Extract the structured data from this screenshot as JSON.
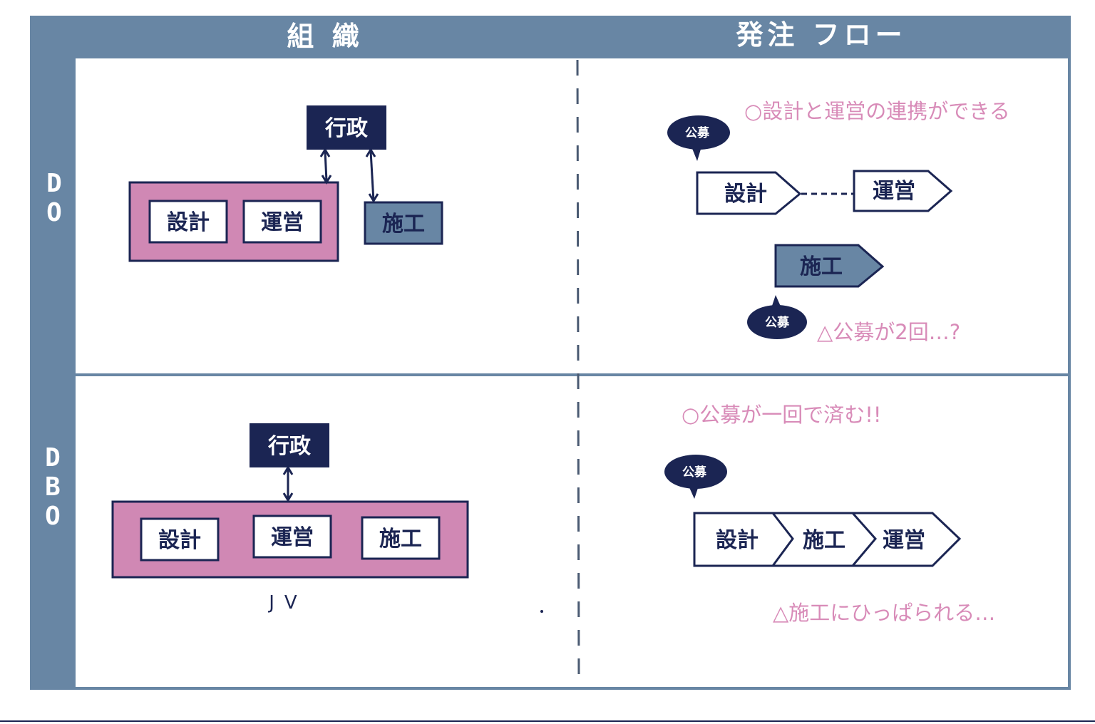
{
  "headers": {
    "organization": "組 織",
    "ordering_flow": "発注 フロー"
  },
  "rows": {
    "do_label": "DO",
    "dbo_label": "DBO"
  },
  "do_org": {
    "admin": "行政",
    "design": "設計",
    "operation": "運営",
    "construction": "施工"
  },
  "do_flow": {
    "tag_top": "公募",
    "note_good": "○設計と運営の連携ができる",
    "design": "設計",
    "operation": "運営",
    "construction": "施工",
    "tag_bottom": "公募",
    "note_bad": "△公募が2回…?"
  },
  "dbo_org": {
    "admin": "行政",
    "design": "設計",
    "operation": "運営",
    "construction": "施工",
    "jv": "JV"
  },
  "dbo_flow": {
    "note_good": "○公募が一回で済む!!",
    "tag": "公募",
    "design": "設計",
    "construction": "施工",
    "operation": "運営",
    "note_bad": "△施工にひっぱられる…"
  },
  "colors": {
    "frame": "#6886a4",
    "navy": "#1b2553",
    "pink": "#d088b4",
    "steel": "#6886a4",
    "note": "#d88bb8"
  }
}
